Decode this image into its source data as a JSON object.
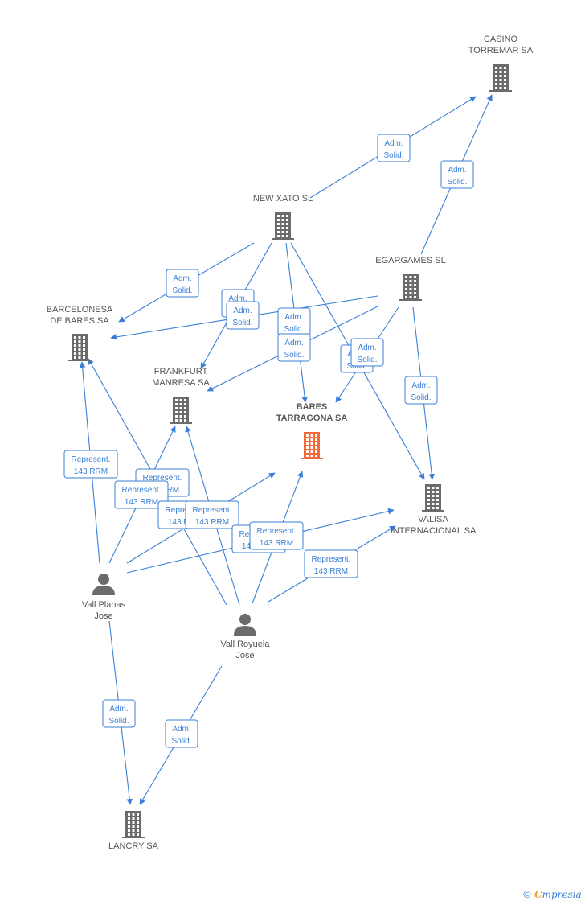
{
  "colors": {
    "accent": "#3a7fd5",
    "node": "#6b6b6b",
    "focus": "#f26b3a",
    "label": "#555555"
  },
  "nodes": [
    {
      "id": "casino",
      "label_lines": [
        "CASINO",
        "TORREMAR SA"
      ],
      "icon": "building-icon",
      "focus": false
    },
    {
      "id": "newxato",
      "label_lines": [
        "NEW XATO SL"
      ],
      "icon": "building-icon",
      "focus": false
    },
    {
      "id": "egargames",
      "label_lines": [
        "EGARGAMES SL"
      ],
      "icon": "building-icon",
      "focus": false
    },
    {
      "id": "barcelonesa",
      "label_lines": [
        "BARCELONESA",
        "DE BARES SA"
      ],
      "icon": "building-icon",
      "focus": false
    },
    {
      "id": "frankfurt",
      "label_lines": [
        "FRANKFURT",
        "MANRESA SA"
      ],
      "icon": "building-icon",
      "focus": false
    },
    {
      "id": "bares",
      "label_lines": [
        "BARES",
        "TARRAGONA SA"
      ],
      "icon": "building-icon",
      "focus": true
    },
    {
      "id": "valisa",
      "label_lines": [
        "VALISA",
        "INTERNACIONAL SA"
      ],
      "icon": "building-icon",
      "focus": false
    },
    {
      "id": "vallplanas",
      "label_lines": [
        "Vall Planas",
        "Jose"
      ],
      "icon": "person-icon",
      "focus": false
    },
    {
      "id": "vallroyuela",
      "label_lines": [
        "Vall Royuela",
        "Jose"
      ],
      "icon": "person-icon",
      "focus": false
    },
    {
      "id": "lancry",
      "label_lines": [
        "LANCRY SA"
      ],
      "icon": "building-icon",
      "focus": false
    }
  ],
  "edges": [
    {
      "from": "newxato",
      "to": "casino",
      "label_lines": [
        "Adm.",
        "Solid."
      ]
    },
    {
      "from": "egargames",
      "to": "casino",
      "label_lines": [
        "Adm.",
        "Solid."
      ]
    },
    {
      "from": "newxato",
      "to": "barcelonesa",
      "label_lines": [
        "Adm.",
        "Solid."
      ]
    },
    {
      "from": "newxato",
      "to": "frankfurt",
      "label_lines": [
        "Adm.",
        "Solid."
      ]
    },
    {
      "from": "egargames",
      "to": "barcelonesa",
      "label_lines": [
        "Adm.",
        "Solid."
      ]
    },
    {
      "from": "newxato",
      "to": "bares",
      "label_lines": [
        "Adm.",
        "Solid."
      ]
    },
    {
      "from": "egargames",
      "to": "frankfurt",
      "label_lines": [
        "Adm.",
        "Solid."
      ]
    },
    {
      "from": "newxato",
      "to": "valisa",
      "label_lines": [
        "Adm.",
        "Solid."
      ]
    },
    {
      "from": "egargames",
      "to": "bares",
      "label_lines": [
        "Adm.",
        "Solid."
      ]
    },
    {
      "from": "egargames",
      "to": "valisa",
      "label_lines": [
        "Adm.",
        "Solid."
      ]
    },
    {
      "from": "vallplanas",
      "to": "barcelonesa",
      "label_lines": [
        "Represent.",
        "143 RRM"
      ]
    },
    {
      "from": "vallroyuela",
      "to": "barcelonesa",
      "label_lines": [
        "Represent.",
        "143 RRM"
      ]
    },
    {
      "from": "vallplanas",
      "to": "frankfurt",
      "label_lines": [
        "Represent.",
        "143 RRM"
      ]
    },
    {
      "from": "vallplanas",
      "to": "bares",
      "label_lines": [
        "Represent.",
        "143 RRM"
      ]
    },
    {
      "from": "vallroyuela",
      "to": "frankfurt",
      "label_lines": [
        "Represent.",
        "143 RRM"
      ]
    },
    {
      "from": "vallplanas",
      "to": "valisa",
      "label_lines": [
        "Represent.",
        "143 RRM"
      ]
    },
    {
      "from": "vallroyuela",
      "to": "bares",
      "label_lines": [
        "Represent.",
        "143 RRM"
      ]
    },
    {
      "from": "vallroyuela",
      "to": "valisa",
      "label_lines": [
        "Represent.",
        "143 RRM"
      ]
    },
    {
      "from": "vallplanas",
      "to": "lancry",
      "label_lines": [
        "Adm.",
        "Solid."
      ]
    },
    {
      "from": "vallroyuela",
      "to": "lancry",
      "label_lines": [
        "Adm.",
        "Solid."
      ]
    }
  ],
  "brand": {
    "copyright": "©",
    "initial": "C",
    "rest": "mpresia"
  }
}
